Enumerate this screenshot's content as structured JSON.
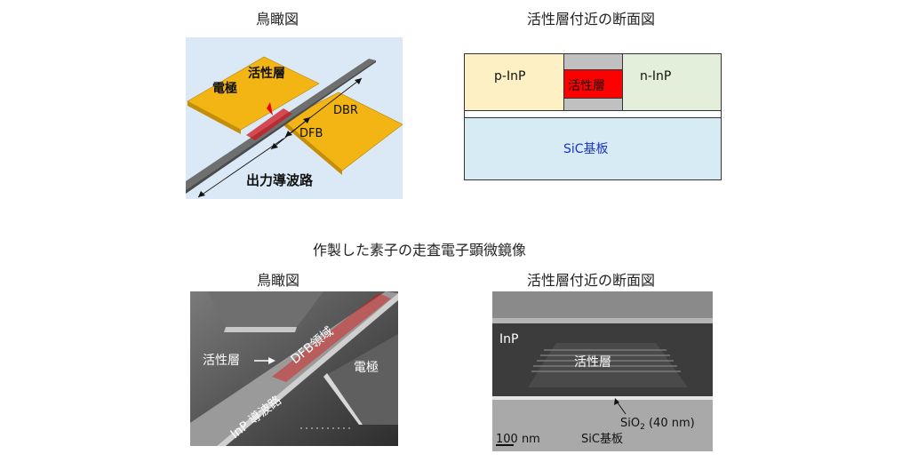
{
  "top_left": {
    "title": "鳥瞰図",
    "labels": {
      "electrode": "電極",
      "active_layer": "活性層",
      "dbr": "DBR",
      "dfb": "DFB",
      "waveguide": "出力導波路"
    },
    "colors": {
      "background": "#dbe9f6",
      "electrode": "#f2b514",
      "waveguide": "#6e7070",
      "active": "#d0161b"
    }
  },
  "top_right": {
    "title": "活性層付近の断面図",
    "labels": {
      "p_inp": "p-InP",
      "active_layer": "活性層",
      "n_inp": "n-InP",
      "substrate": "SiC基板"
    },
    "colors": {
      "p_inp": "#fdf0c4",
      "n_inp": "#e3efda",
      "active": "#ff0000",
      "cladding": "#c0c0c0",
      "substrate": "#d7ebf5",
      "substrate_text": "#1a34c8"
    }
  },
  "section_title": "作製した素子の走査電子顕微鏡像",
  "bottom_left": {
    "title": "鳥瞰図",
    "labels": {
      "dfb_region": "DFB領域",
      "active_layer": "活性層",
      "electrode": "電極",
      "waveguide": "InP 導波路"
    }
  },
  "bottom_right": {
    "title": "活性層付近の断面図",
    "labels": {
      "inp": "InP",
      "active_layer": "活性層",
      "sio2": "SiO",
      "sio2_sub": "2",
      "sio2_thickness": " (40 nm)",
      "scale": "100 nm",
      "substrate": "SiC基板"
    }
  }
}
